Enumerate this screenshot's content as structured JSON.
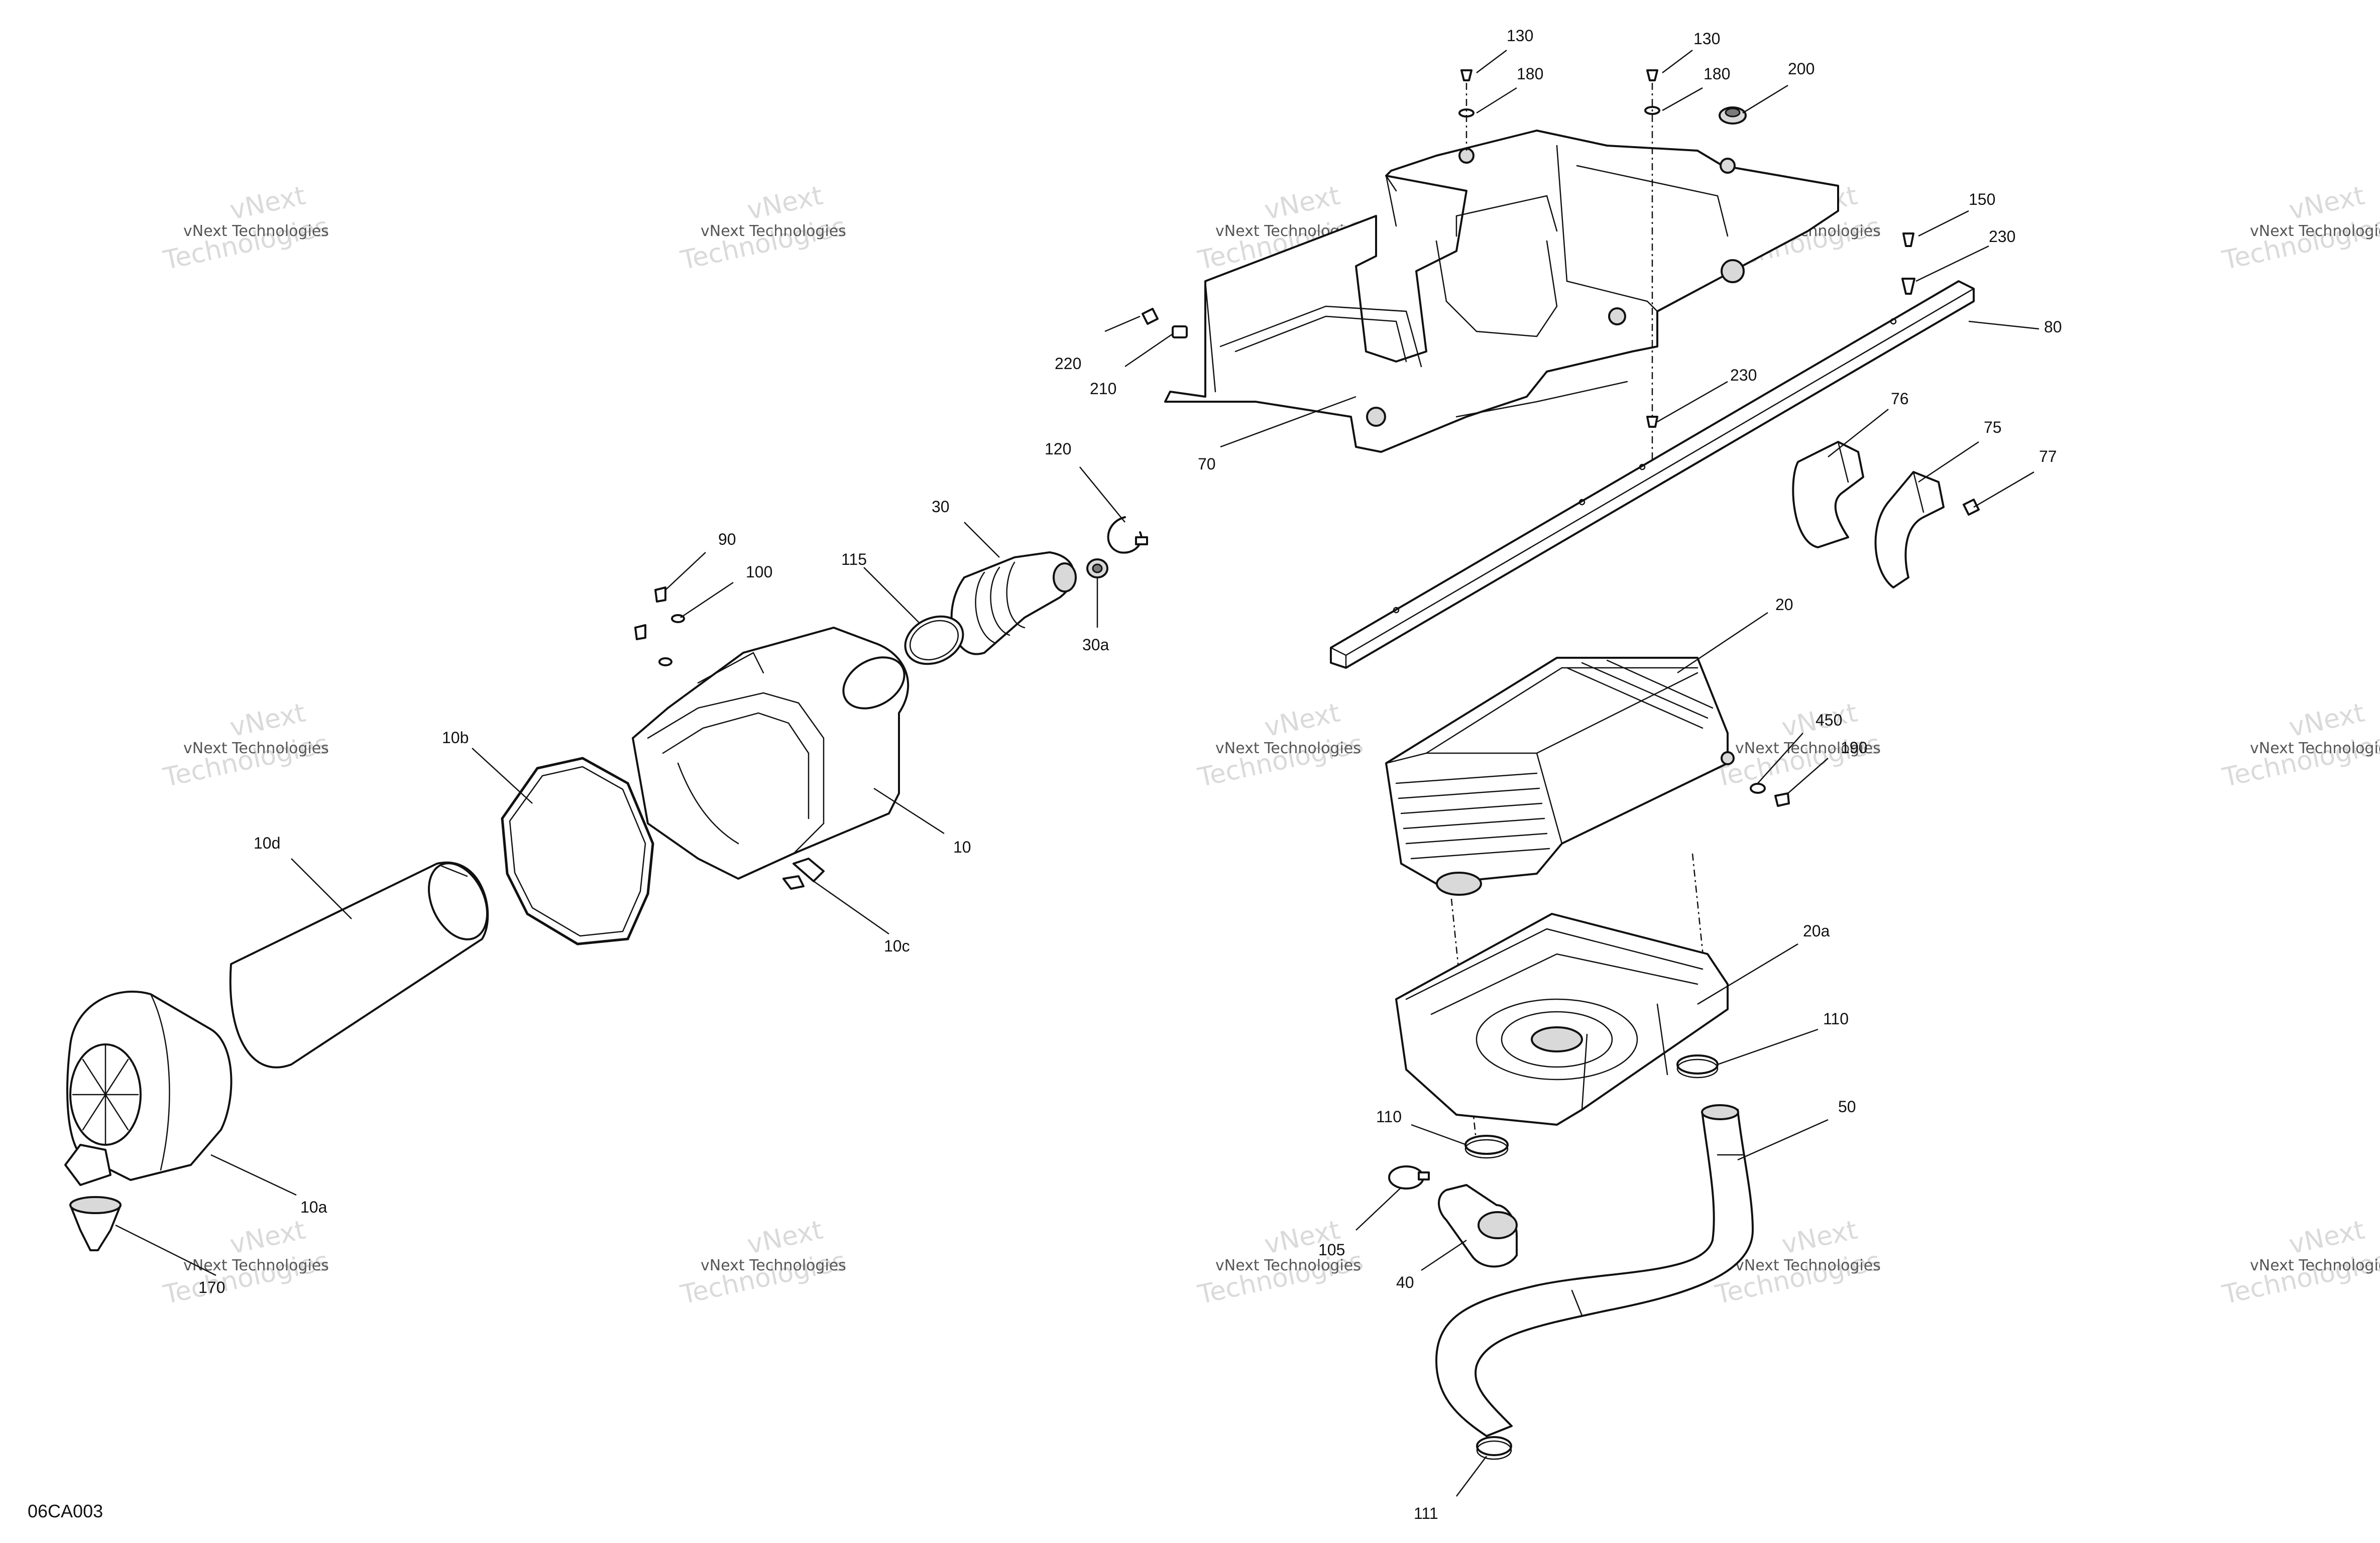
{
  "diagram_code": "06CA003",
  "watermark": {
    "line_small": "vNext Technologies",
    "line_big_a": "vNext",
    "line_big_b": "Technologies"
  },
  "labels": {
    "l130a": "130",
    "l130b": "130",
    "l180a": "180",
    "l180b": "180",
    "l200": "200",
    "l150": "150",
    "l230a": "230",
    "l80": "80",
    "l220": "220",
    "l210": "210",
    "l70": "70",
    "l230b": "230",
    "l76": "76",
    "l75": "75",
    "l77": "77",
    "l120": "120",
    "l30": "30",
    "l115": "115",
    "l90": "90",
    "l100": "100",
    "l30a": "30a",
    "l20": "20",
    "l450": "450",
    "l190": "190",
    "l10b": "10b",
    "l10": "10",
    "l10d": "10d",
    "l10c": "10c",
    "l20a": "20a",
    "l110a": "110",
    "l110b": "110",
    "l50": "50",
    "l105": "105",
    "l40": "40",
    "l10a": "10a",
    "l170": "170",
    "l111": "111"
  }
}
